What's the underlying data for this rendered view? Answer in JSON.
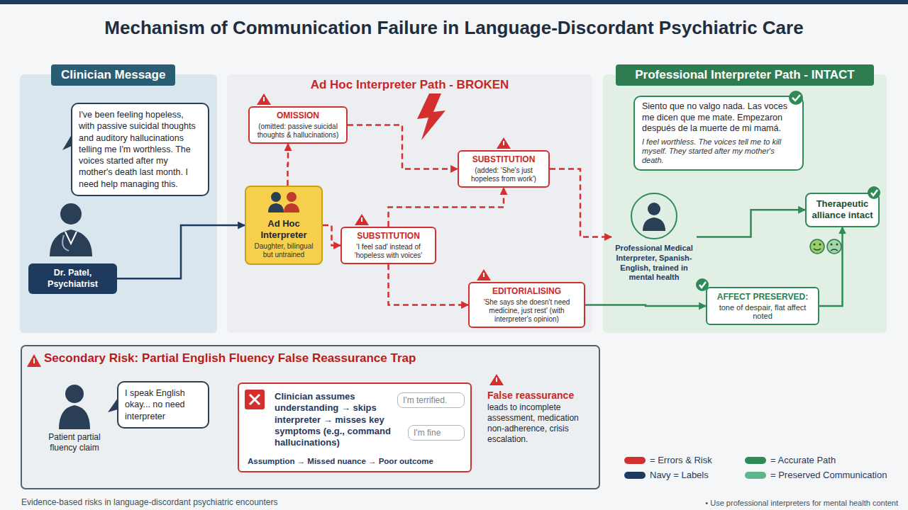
{
  "diagram": {
    "title": "Mechanism of Communication Failure in Language-Discordant Psychiatric Care",
    "caption": "Evidence-based risks in language-discordant psychiatric encounters",
    "nodes": [
      {
        "text": [
          "Clinician Message"
        ]
      },
      {
        "text": [
          "I've been feeling hopeless, with passive suicidal thoughts and auditory hallucinations telling me I'm worthless. The voices started after my mother's death last month. I need help managing this."
        ],
        "in": 0
      },
      {
        "text": [
          "Dr. Patel, Psychiatrist"
        ],
        "in": 0
      },
      {
        "text": [
          "Ad Hoc Interpreter Path - BROKEN"
        ]
      },
      {
        "text": [
          "Ad Hoc Interpreter",
          "Daughter, bilingual but untrained"
        ],
        "in": 3
      },
      {
        "text": [
          "OMISSION",
          "(omitted: passive suicidal thoughts & hallucinations)"
        ],
        "in": 3
      },
      {
        "text": [
          "SUBSTITUTION",
          "(added: 'She's just hopeless from work')"
        ],
        "in": 3
      },
      {
        "text": [
          "SUBSTITUTION",
          "'I feel sad' instead of 'hopeless with voices'"
        ],
        "in": 3
      },
      {
        "text": [
          "EDITORIALISING",
          "'She says she doesn't need medicine, just rest' (with interpreter's opinion)"
        ],
        "in": 3
      },
      {
        "text": [
          "Professional Interpreter Path - INTACT"
        ]
      },
      {
        "text": [
          "Siento que no valgo nada. Las voces me dicen que me mate. Empezaron después de la muerte de mi mamá.",
          "I feel worthless. The voices tell me to kill myself. They started after my mother's death."
        ],
        "in": 9
      },
      {
        "text": [
          "Professional Medical Interpreter, Spanish-English, trained in mental health"
        ],
        "in": 9
      },
      {
        "text": [
          "Therapeutic alliance intact"
        ],
        "in": 9
      },
      {
        "text": [
          "AFFECT PRESERVED:",
          "tone of despair, flat affect noted"
        ],
        "in": 9
      },
      {
        "text": [
          "Secondary Risk: Partial English Fluency False Reassurance Trap"
        ]
      },
      {
        "text": [
          "Patient partial fluency claim"
        ],
        "in": 14
      },
      {
        "text": [
          "I speak English okay... no need interpreter"
        ],
        "in": 14
      },
      {
        "text": [
          "Clinician assumes understanding → skips interpreter → misses key symptoms (e.g., command hallucinations)",
          "Assumption → Missed nuance → Poor outcome"
        ],
        "in": 14
      },
      {
        "text": [
          "I'm terrified."
        ],
        "in": 17
      },
      {
        "text": [
          "I'm fine"
        ],
        "in": 17
      },
      {
        "text": [
          "False reassurance",
          "leads to incomplete assessment, medication non-adherence, crisis escalation."
        ],
        "in": 14
      }
    ],
    "edges": [
      {
        "from": 2,
        "to": 4,
        "arrow": "to"
      },
      {
        "from": 4,
        "to": 5,
        "arrow": "to"
      },
      {
        "from": 5,
        "to": 6,
        "arrow": "to"
      },
      {
        "from": 4,
        "to": 7,
        "arrow": "to"
      },
      {
        "from": 7,
        "to": 6,
        "arrow": "to"
      },
      {
        "from": 6,
        "to": 11,
        "arrow": "to"
      },
      {
        "from": 7,
        "to": 8,
        "arrow": "to"
      },
      {
        "from": 8,
        "to": 13,
        "arrow": "to"
      },
      {
        "from": 11,
        "to": 12,
        "arrow": "to"
      },
      {
        "from": 13,
        "to": 12,
        "arrow": "to"
      }
    ],
    "labels": [
      "• Use professional interpreters for mental health content"
    ],
    "legend": [
      {
        "text": "= Errors & Risk",
        "color": "#d32f2f"
      },
      {
        "text": "= Accurate Path",
        "color": "#2e8b57"
      },
      {
        "text": "Navy = Labels",
        "color": "#1f3a5f"
      },
      {
        "text": "= Preserved Communication",
        "color": "#5fb58a"
      }
    ]
  }
}
